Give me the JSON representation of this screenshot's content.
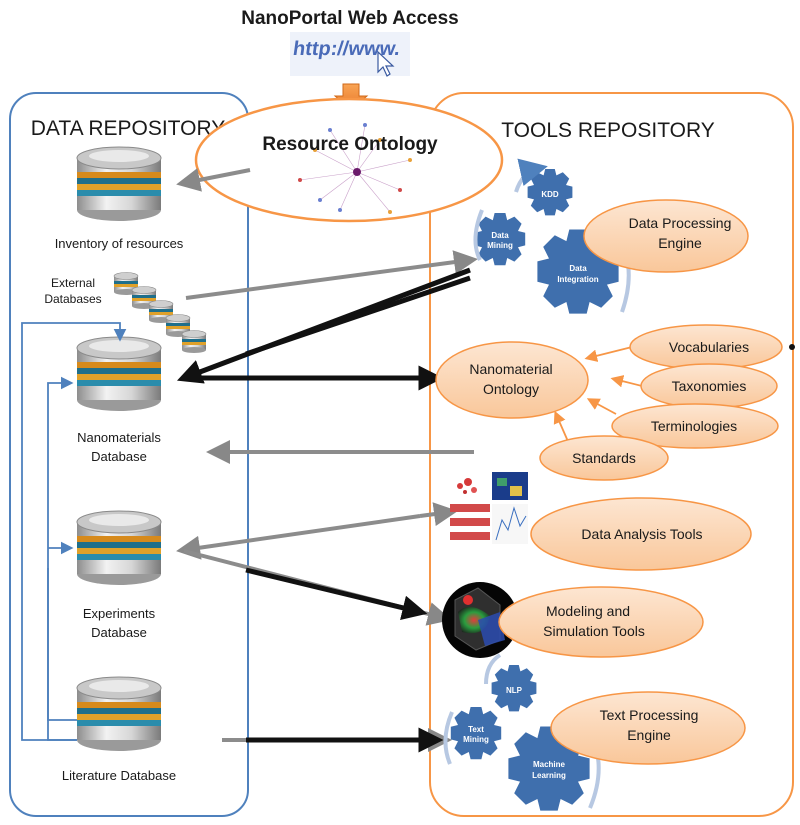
{
  "header": {
    "title": "NanoPortal Web Access",
    "url_text": "http://www."
  },
  "data_repository": {
    "title": "DATA REPOSITORY",
    "inventory_label": "Inventory of resources",
    "external_label_line1": "External",
    "external_label_line2": "Databases",
    "nano_label_line1": "Nanomaterials",
    "nano_label_line2": "Database",
    "exp_label_line1": "Experiments",
    "exp_label_line2": "Database",
    "lit_label": "Literature Database"
  },
  "resource_ontology": {
    "title": "Resource Ontology"
  },
  "tools_repository": {
    "title": "TOOLS REPOSITORY",
    "gears_top": {
      "kdd": "KDD",
      "mining_line1": "Data",
      "mining_line2": "Mining",
      "integration_line1": "Data",
      "integration_line2": "Integration"
    },
    "dpe_line1": "Data Processing",
    "dpe_line2": "Engine",
    "ontology_line1": "Nanomaterial",
    "ontology_line2": "Ontology",
    "vocabularies": "Vocabularies",
    "taxonomies": "Taxonomies",
    "terminologies": "Terminologies",
    "standards": "Standards",
    "data_analysis": "Data Analysis Tools",
    "modeling_line1": "Modeling and",
    "modeling_line2": "Simulation Tools",
    "gears_bottom": {
      "nlp": "NLP",
      "text_line1": "Text",
      "text_line2": "Mining",
      "ml_line1": "Machine",
      "ml_line2": "Learning"
    },
    "tpe_line1": "Text Processing",
    "tpe_line2": "Engine"
  },
  "colors": {
    "left_border": "#4f81bd",
    "right_border": "#f79646",
    "oval_fill": "#fbd3b0",
    "gear_fill": "#3f6fad"
  }
}
